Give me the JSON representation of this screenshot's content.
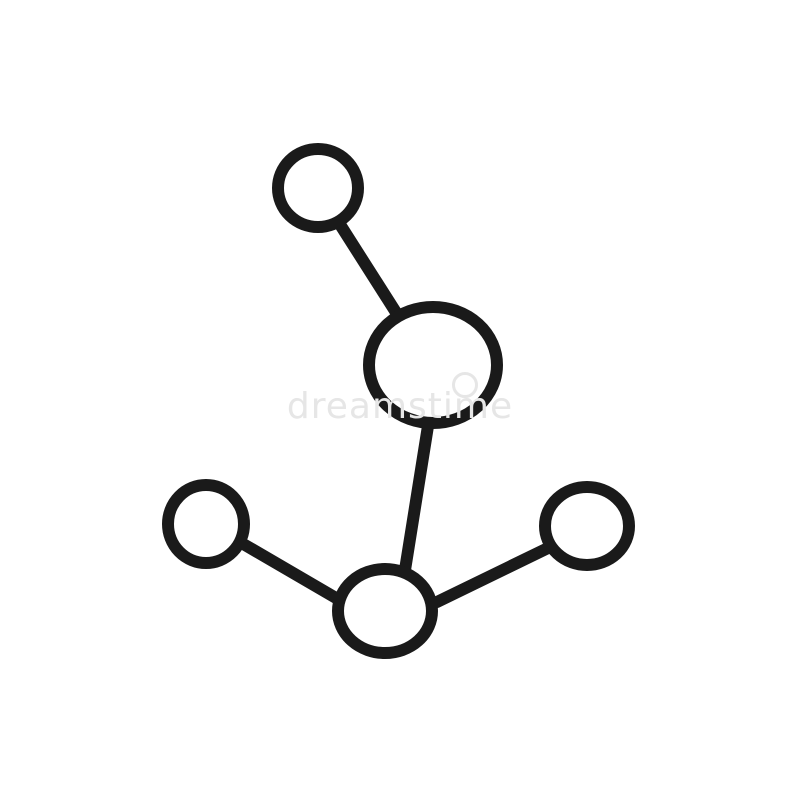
{
  "diagram": {
    "stroke_color": "#1a1a1a",
    "background": "#ffffff",
    "nodes": [
      {
        "id": "top"
      },
      {
        "id": "middle"
      },
      {
        "id": "bottom-center"
      },
      {
        "id": "left"
      },
      {
        "id": "right"
      }
    ],
    "edges": [
      {
        "from": "top",
        "to": "middle"
      },
      {
        "from": "middle",
        "to": "bottom-center"
      },
      {
        "from": "bottom-center",
        "to": "left"
      },
      {
        "from": "bottom-center",
        "to": "right"
      }
    ]
  },
  "watermark": {
    "text": "dreamstime",
    "color": "#e6e6e6"
  }
}
